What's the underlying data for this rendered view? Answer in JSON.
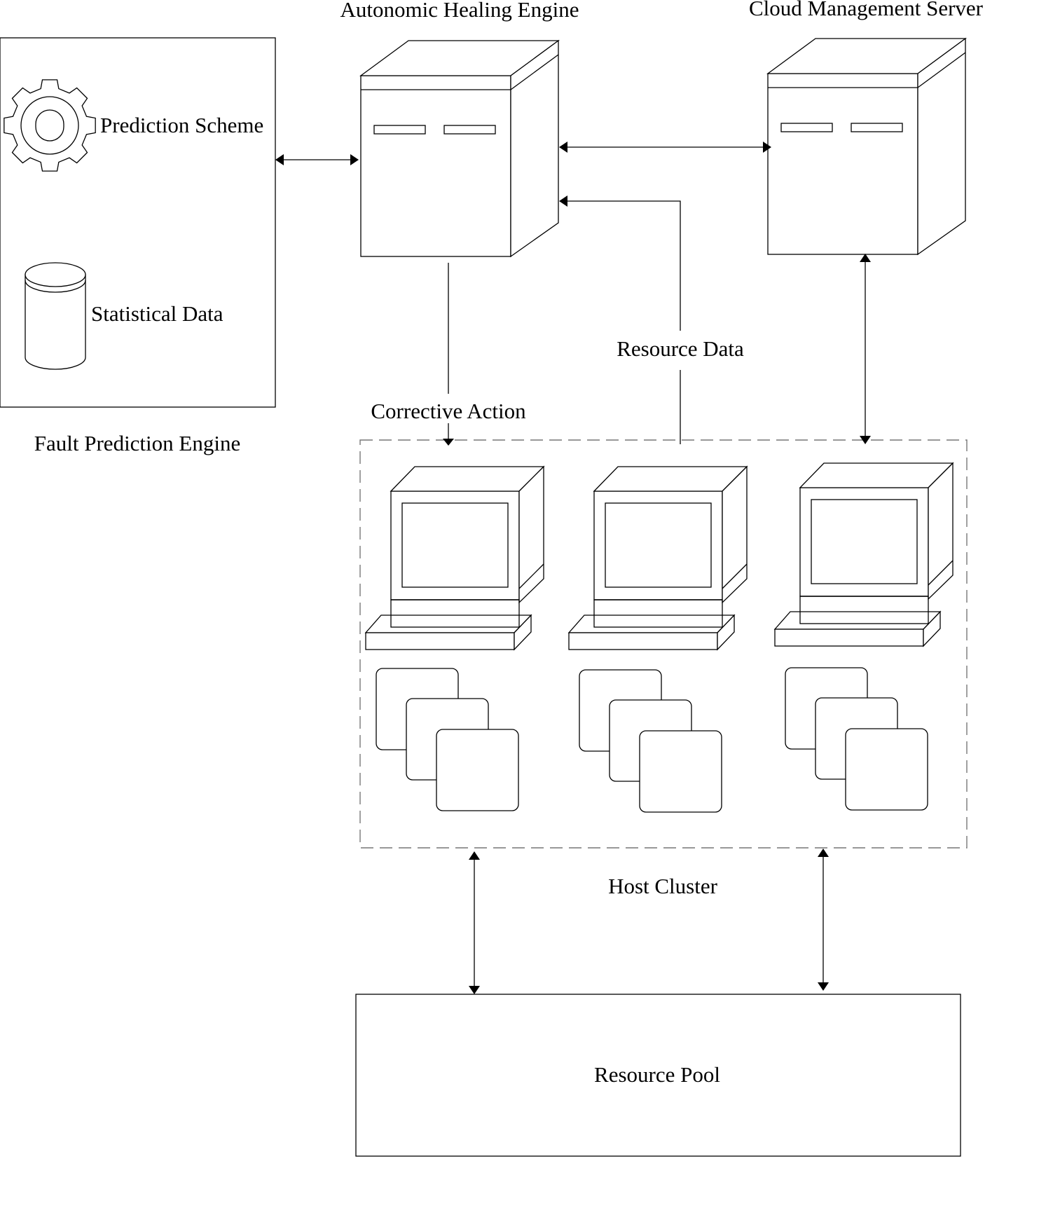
{
  "diagram": {
    "nodes": {
      "fault_prediction_engine": {
        "label": "Fault Prediction Engine"
      },
      "prediction_scheme": {
        "label": "Prediction Scheme",
        "icon": "gear-icon"
      },
      "statistical_data": {
        "label": "Statistical Data",
        "icon": "database-icon"
      },
      "autonomic_healing_engine": {
        "label": "Autonomic Healing Engine",
        "icon": "server-icon"
      },
      "cloud_management_server": {
        "label": "Cloud Management Server",
        "icon": "server-icon"
      },
      "host_cluster": {
        "label": "Host Cluster"
      },
      "resource_pool": {
        "label": "Resource Pool"
      }
    },
    "edges": {
      "corrective_action": {
        "label": "Corrective Action"
      },
      "resource_data": {
        "label": "Resource Data"
      }
    }
  }
}
